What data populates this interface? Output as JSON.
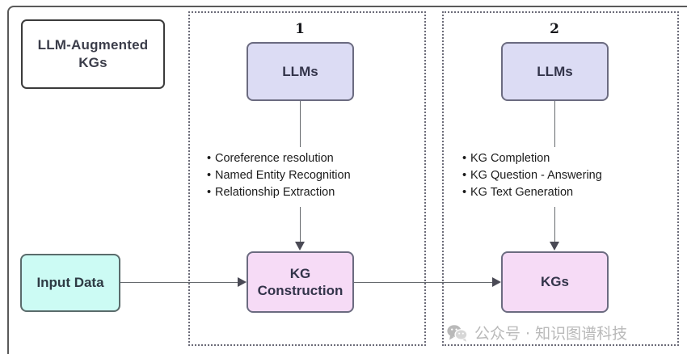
{
  "diagram": {
    "title_box": {
      "line1": "LLM-Augmented",
      "line2": "KGs"
    },
    "panels": [
      {
        "number": "1",
        "node_label": "LLMs",
        "bullets": [
          "Coreference resolution",
          "Named Entity Recognition",
          "Relationship Extraction"
        ],
        "output_node": {
          "line1": "KG",
          "line2": "Construction"
        }
      },
      {
        "number": "2",
        "node_label": "LLMs",
        "bullets": [
          "KG Completion",
          "KG Question - Answering",
          "KG Text Generation"
        ],
        "output_node": {
          "line1": "KGs",
          "line2": ""
        }
      }
    ],
    "input_node": {
      "label": "Input Data"
    },
    "bullet_marker": "•"
  },
  "watermark": {
    "icon": "wechat-icon",
    "text": "公众号 · 知识图谱科技"
  },
  "colors": {
    "llm_box": "#dcdcf4",
    "kg_box": "#f6dbf6",
    "input_box": "#ccfbf4",
    "panel_border": "#6b6b78",
    "frame_border": "#5a5a5a",
    "watermark": "#b9b9b9"
  }
}
